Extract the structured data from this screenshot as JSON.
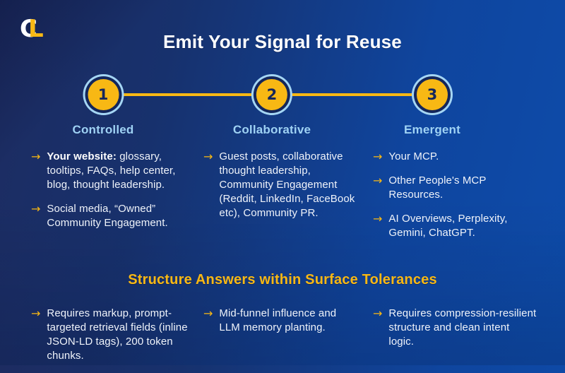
{
  "header": {
    "logo": {
      "letter_c": "C",
      "letter_l": "L"
    },
    "title": "Emit Your Signal for Reuse"
  },
  "timeline": {
    "steps": [
      {
        "number": "1",
        "label": "Controlled"
      },
      {
        "number": "2",
        "label": "Collaborative"
      },
      {
        "number": "3",
        "label": "Emergent"
      }
    ]
  },
  "top_section": {
    "columns": [
      {
        "items": [
          {
            "lead": "Your website:",
            "text": " glossary, tooltips, FAQs, help center, blog, thought leadership."
          },
          {
            "lead": "",
            "text": "Social media, “Owned” Community Engagement."
          }
        ]
      },
      {
        "items": [
          {
            "lead": "",
            "text": "Guest posts, collaborative thought leadership, Community Engagement (Reddit, LinkedIn, FaceBook etc), Community PR."
          }
        ]
      },
      {
        "items": [
          {
            "lead": "",
            "text": "Your MCP."
          },
          {
            "lead": "",
            "text": "Other People's MCP Resources."
          },
          {
            "lead": "",
            "text": "AI Overviews, Perplexity, Gemini, ChatGPT."
          }
        ]
      }
    ]
  },
  "bottom_section": {
    "heading": "Structure Answers within Surface Tolerances",
    "columns": [
      {
        "items": [
          {
            "lead": "",
            "text": "Requires markup, prompt-targeted retrieval fields (inline JSON-LD tags), 200 token chunks."
          }
        ]
      },
      {
        "items": [
          {
            "lead": "",
            "text": "Mid-funnel influence and LLM memory planting."
          }
        ]
      },
      {
        "items": [
          {
            "lead": "",
            "text": "Requires compression-resilient structure and clean intent logic."
          }
        ]
      }
    ]
  },
  "icons": {
    "bullet_arrow": "→"
  },
  "colors": {
    "accent_yellow": "#F8B814",
    "light_blue": "#9FD2F4",
    "navy": "#15265B",
    "background_dark": "#1D2C61",
    "background_bright": "#0D4CAB",
    "text_white": "#F3F6FB"
  }
}
